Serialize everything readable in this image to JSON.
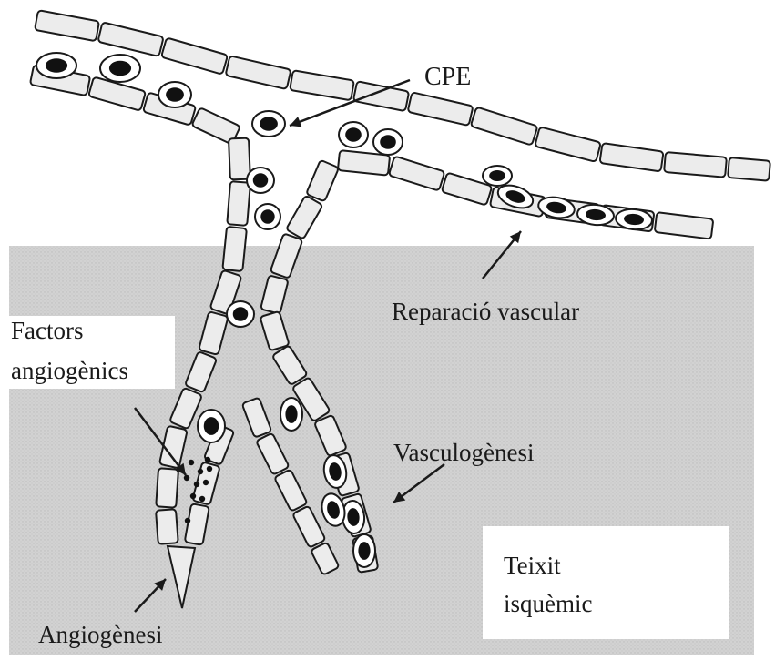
{
  "labels": {
    "cpe": "CPE",
    "repair": "Reparació vascular",
    "factors_1": "Factors",
    "factors_2": "angiogènics",
    "vasculo": "Vasculogènesi",
    "tissue_1": "Teixit",
    "tissue_2": "isquèmic",
    "angio": "Angiogènesi"
  },
  "colors": {
    "tissue": "#d0d0d0",
    "cell_wall": "#ececec",
    "outline": "#1a1a1a",
    "nucleus": "#111111"
  }
}
